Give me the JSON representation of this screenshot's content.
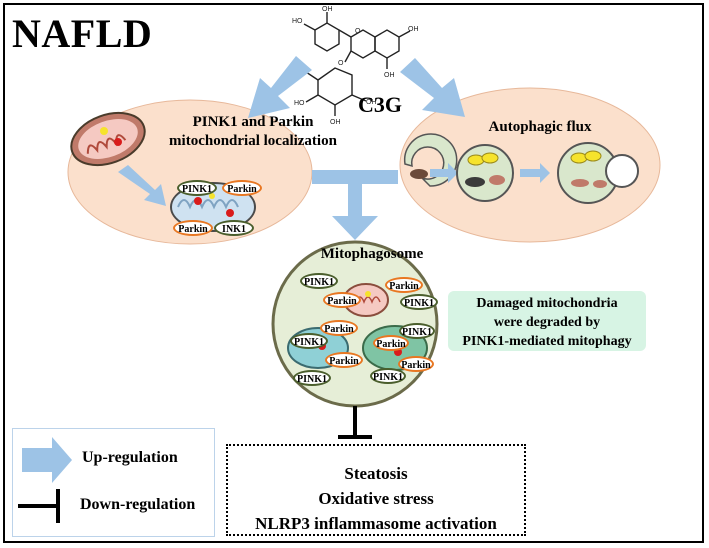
{
  "title": "NAFLD",
  "compound": {
    "label": "C3G"
  },
  "panels": {
    "pink_parkin": {
      "title_line1": "PINK1 and Parkin",
      "title_line2": "mitochondrial localization"
    },
    "autophagic": {
      "title": "Autophagic flux"
    },
    "mitophagosome": {
      "title": "Mitophagosome"
    }
  },
  "labels": {
    "pink": "PINK1",
    "parkin": "Parkin",
    "pink_cut": "INK1"
  },
  "note": {
    "line1": "Damaged mitochondria",
    "line2": "were degraded by",
    "line3": "PINK1-mediated mitophagy"
  },
  "outcomes": [
    "Steatosis",
    "Oxidative stress",
    "NLRP3 inflammasome activation"
  ],
  "legend": {
    "up": "Up-regulation",
    "down": "Down-regulation"
  },
  "colors": {
    "arrow": "#9dc3e6",
    "panel_fill": "#fbe0cc",
    "mitophagosome_fill": "#e6eed7",
    "note_fill": "#d7f4e4",
    "pink_border": "#4a5e2c",
    "parkin_border": "#e87722"
  }
}
